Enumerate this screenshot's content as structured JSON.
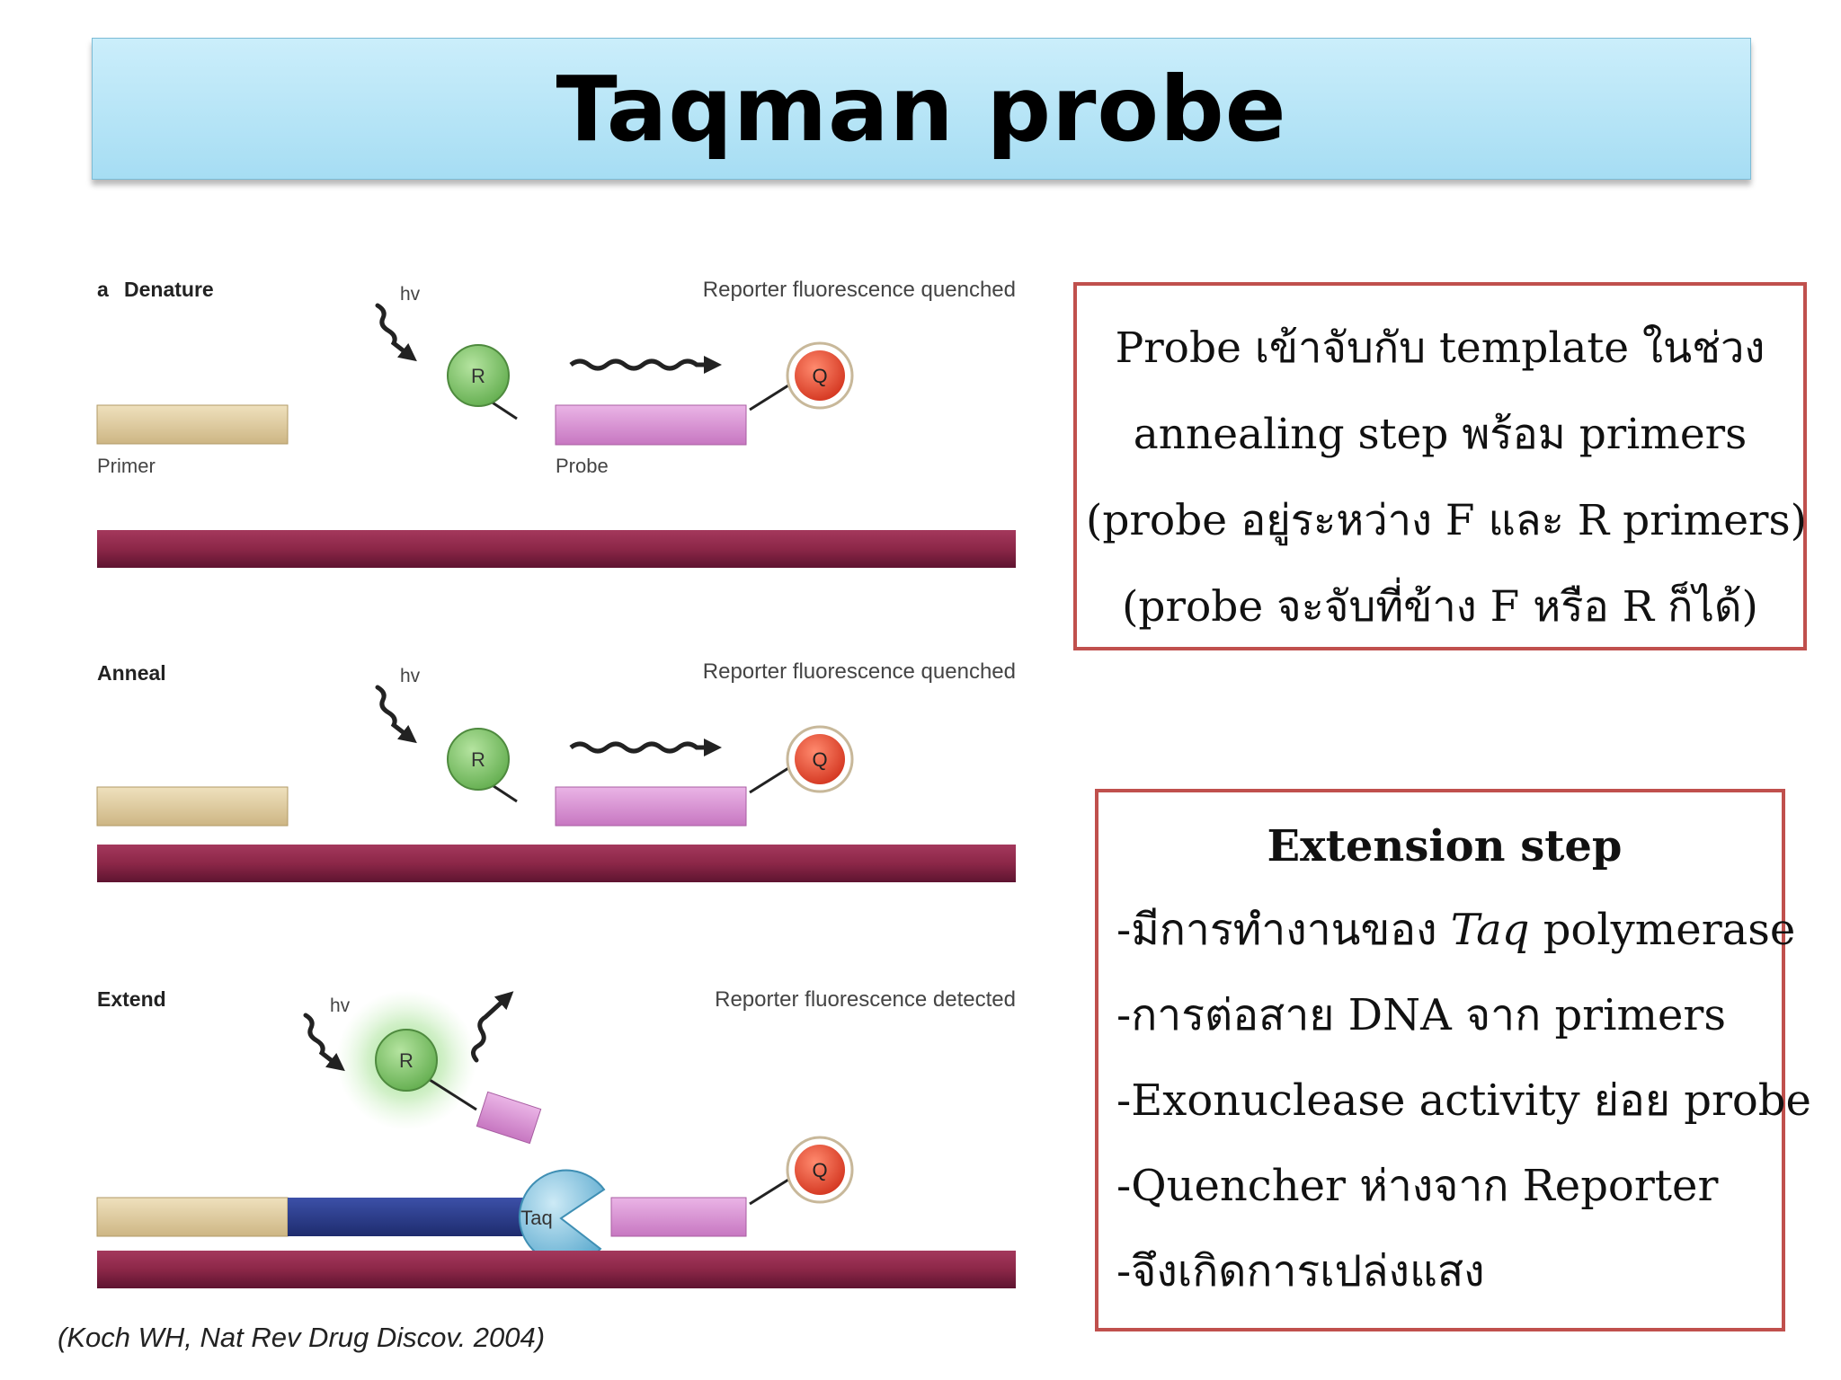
{
  "slide_title": "Taqman probe",
  "figure": {
    "panels": [
      {
        "label_prefix": "a",
        "label": "Denature",
        "status": "Reporter fluorescence quenched",
        "light": "hv",
        "reporter": "R",
        "quencher": "Q",
        "primer_label": "Primer",
        "probe_label": "Probe"
      },
      {
        "label": "Anneal",
        "status": "Reporter fluorescence quenched",
        "light": "hv",
        "reporter": "R",
        "quencher": "Q"
      },
      {
        "label": "Extend",
        "status": "Reporter fluorescence detected",
        "light": "hv",
        "reporter": "R",
        "quencher": "Q",
        "enzyme": "Taq"
      }
    ]
  },
  "citation": "(Koch WH, Nat Rev Drug Discov. 2004)",
  "annealing_box": {
    "lines": [
      "Probe เข้าจับกับ template ในช่วง",
      "annealing step พร้อม primers",
      "(probe อยู่ระหว่าง F และ R primers)",
      "(probe จะจับที่ข้าง F หรือ R ก็ได้)"
    ]
  },
  "extension_box": {
    "heading": "Extension step",
    "line1_before": "-มีการทำงานของ ",
    "line1_italic": "Taq",
    "line1_after": " polymerase",
    "lines": [
      "-การต่อสาย DNA จาก primers",
      "-Exonuclease activity ย่อย probe",
      "-Quencher ห่างจาก Reporter",
      "-จึงเกิดการเปล่งแสง"
    ]
  },
  "colors": {
    "title_bg": "#a6ddf3",
    "box_border": "#c0504d",
    "template_strand": "#8c2748",
    "primer": "#ddc99a",
    "probe": "#d98fd3",
    "extended_strand": "#283c8c",
    "reporter": "#7ec36a",
    "quencher": "#e0503a",
    "taq": "#7fc4e0"
  }
}
